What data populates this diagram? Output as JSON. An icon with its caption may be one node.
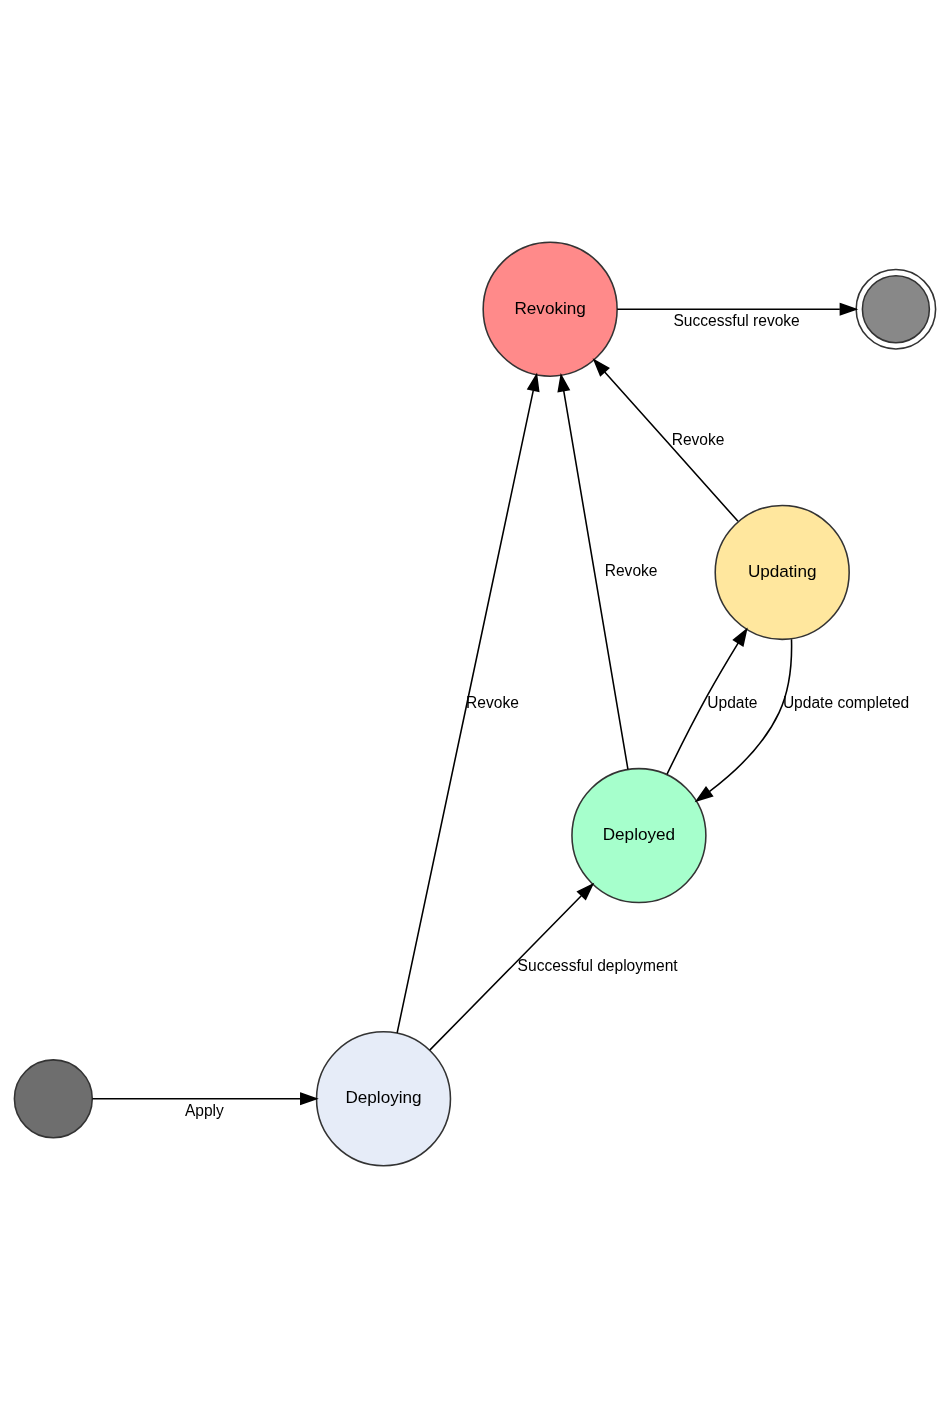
{
  "diagram": {
    "nodes": [
      {
        "text": [
          "Revoking"
        ]
      },
      {
        "text": [],
        "shape": "circle"
      },
      {
        "text": [
          "Deployed"
        ]
      },
      {
        "text": [],
        "shape": "circle"
      },
      {
        "text": [
          "Deploying"
        ]
      },
      {
        "text": [
          "Updating"
        ]
      }
    ],
    "edges": [
      {
        "from": 3,
        "to": 4,
        "arrow": "to",
        "label": "Apply"
      },
      {
        "from": 4,
        "to": 2,
        "arrow": "to",
        "label": "Successful deployment"
      },
      {
        "from": 4,
        "to": 0,
        "arrow": "to",
        "label": "Revoke"
      },
      {
        "from": 2,
        "to": 0,
        "arrow": "to",
        "label": "Revoke"
      },
      {
        "from": 2,
        "to": 5,
        "arrow": "to",
        "label": "Update"
      },
      {
        "from": 5,
        "to": 2,
        "arrow": "to",
        "label": "Update completed"
      },
      {
        "from": 5,
        "to": 0,
        "arrow": "to",
        "label": "Revoke"
      },
      {
        "from": 0,
        "to": 1,
        "arrow": "to",
        "label": "Successful revoke"
      }
    ]
  }
}
